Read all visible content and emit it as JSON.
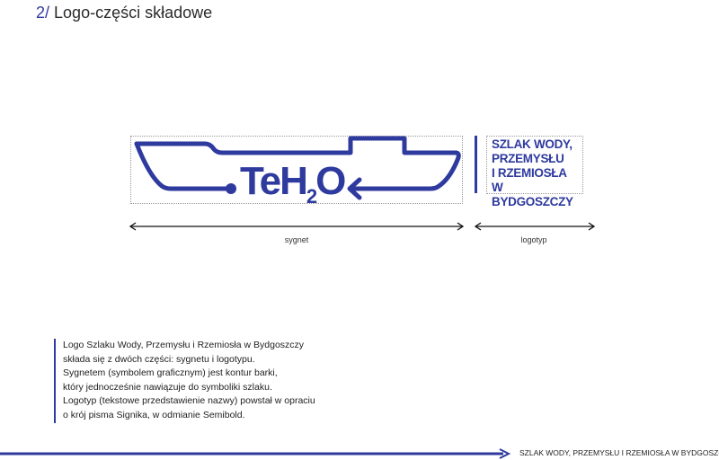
{
  "header": {
    "number": "2/",
    "title": "Logo-części składowe"
  },
  "logo": {
    "sygnet_text": "TeH",
    "sygnet_sub": "2",
    "sygnet_end": "O",
    "logotyp_lines": [
      "SZLAK WODY,",
      "PRZEMYSŁU",
      "I RZEMIOSŁA",
      "W BYDGOSZCZY"
    ]
  },
  "labels": {
    "sygnet": "sygnet",
    "logotyp": "logotyp"
  },
  "description": [
    "Logo Szlaku Wody, Przemysłu i Rzemiosła w Bydgoszczy",
    "składa się z dwóch części: sygnetu i logotypu.",
    "Sygnetem (symbolem graficznym) jest kontur barki,",
    "który jednocześnie nawiązuje do symboliki szlaku.",
    "Logotyp (tekstowe przedstawienie nazwy) powstał w opraciu",
    "o krój pisma Signika, w odmianie Semibold."
  ],
  "footer": {
    "text": "SZLAK WODY, PRZEMYSŁU I RZEMIOSŁA W BYDGOSZCZY"
  },
  "colors": {
    "brand": "#2e3a9e"
  }
}
